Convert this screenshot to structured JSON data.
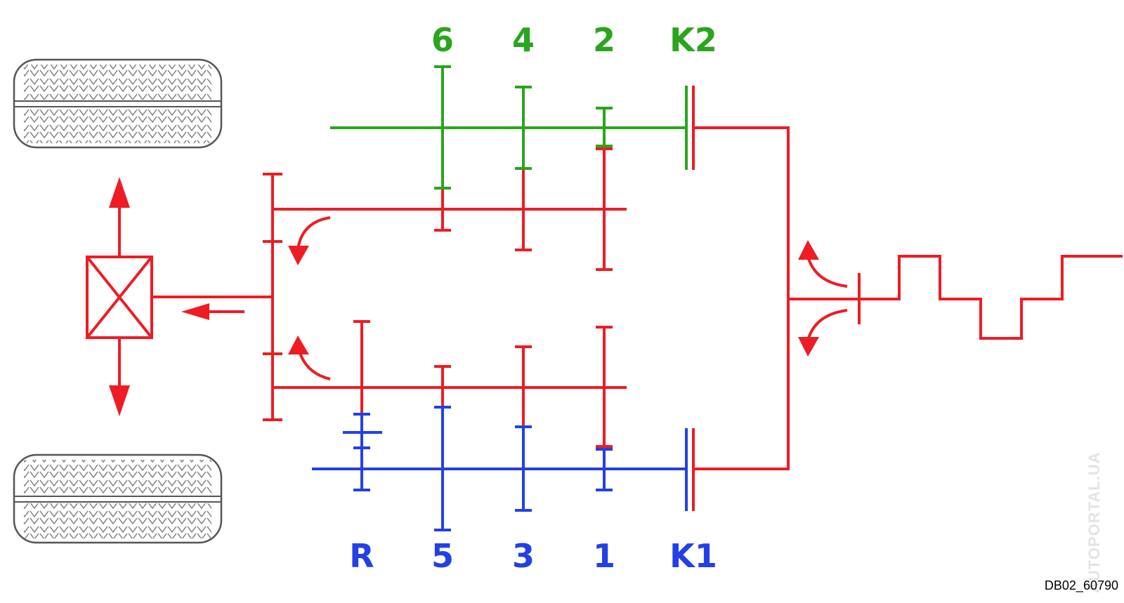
{
  "colors": {
    "red": "#ee1c24",
    "green": "#2aa51d",
    "blue": "#2340e6",
    "tire": "#5a5a5a"
  },
  "labels": {
    "top": [
      "6",
      "4",
      "2",
      "K2"
    ],
    "bottom": [
      "R",
      "5",
      "3",
      "1",
      "K1"
    ]
  },
  "document_id": "DB02_60790",
  "watermark": "AUTOPORTAL.UA"
}
